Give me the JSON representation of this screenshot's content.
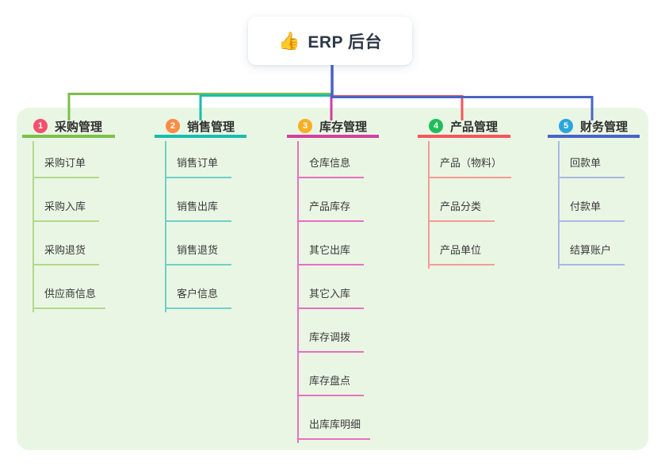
{
  "root": {
    "icon": "👍",
    "title": "ERP 后台"
  },
  "canvas": {
    "panel_bg": "#e9f6e4",
    "root_line_color": "#4a5fc9",
    "heading_text_color": "#2f2f2f",
    "child_text_color": "#3a3a3a"
  },
  "branches": [
    {
      "number": "1",
      "label": "采购管理",
      "badge_color": "#f4516c",
      "line_color": "#7cbf4a",
      "child_line_color": "#b2d98b",
      "children": [
        "采购订单",
        "采购入库",
        "采购退货",
        "供应商信息"
      ]
    },
    {
      "number": "2",
      "label": "销售管理",
      "badge_color": "#fb8c44",
      "line_color": "#17bdb0",
      "child_line_color": "#6fd0c7",
      "children": [
        "销售订单",
        "销售出库",
        "销售退货",
        "客户信息"
      ]
    },
    {
      "number": "3",
      "label": "库存管理",
      "badge_color": "#fcae23",
      "line_color": "#d23f9f",
      "child_line_color": "#ea6ec1",
      "children": [
        "仓库信息",
        "产品库存",
        "其它出库",
        "其它入库",
        "库存调拨",
        "库存盘点",
        "出库库明细"
      ]
    },
    {
      "number": "4",
      "label": "产品管理",
      "badge_color": "#22bd5b",
      "line_color": "#f4555c",
      "child_line_color": "#f59a94",
      "children": [
        "产品（物料）",
        "产品分类",
        "产品单位"
      ]
    },
    {
      "number": "5",
      "label": "财务管理",
      "badge_color": "#2aa6dd",
      "line_color": "#4a64c5",
      "child_line_color": "#a9b8e3",
      "children": [
        "回款单",
        "付款单",
        "结算账户"
      ]
    }
  ]
}
